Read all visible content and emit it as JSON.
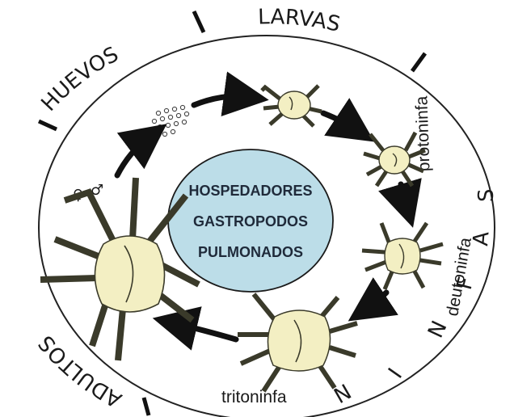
{
  "ring_labels": {
    "huevos": "HUEVOS",
    "larvas": "LARVAS",
    "ninfas": "NINFAS",
    "adultos": "ADULTOS"
  },
  "stage_labels": {
    "protoninfa": "protoninfa",
    "deutoninfa": "deutoninfa",
    "tritoninfa": "tritoninfa"
  },
  "center": {
    "line1": "HOSPEDADORES",
    "line2": "GASTROPODOS",
    "line3": "PULMONADOS"
  },
  "symbols": {
    "female": "♀",
    "male": "♂"
  },
  "colors": {
    "mite_fill": "#f3efc3",
    "mite_stroke": "#3a3a2a",
    "center_fill": "#bcdde8",
    "arrow": "#111111"
  }
}
